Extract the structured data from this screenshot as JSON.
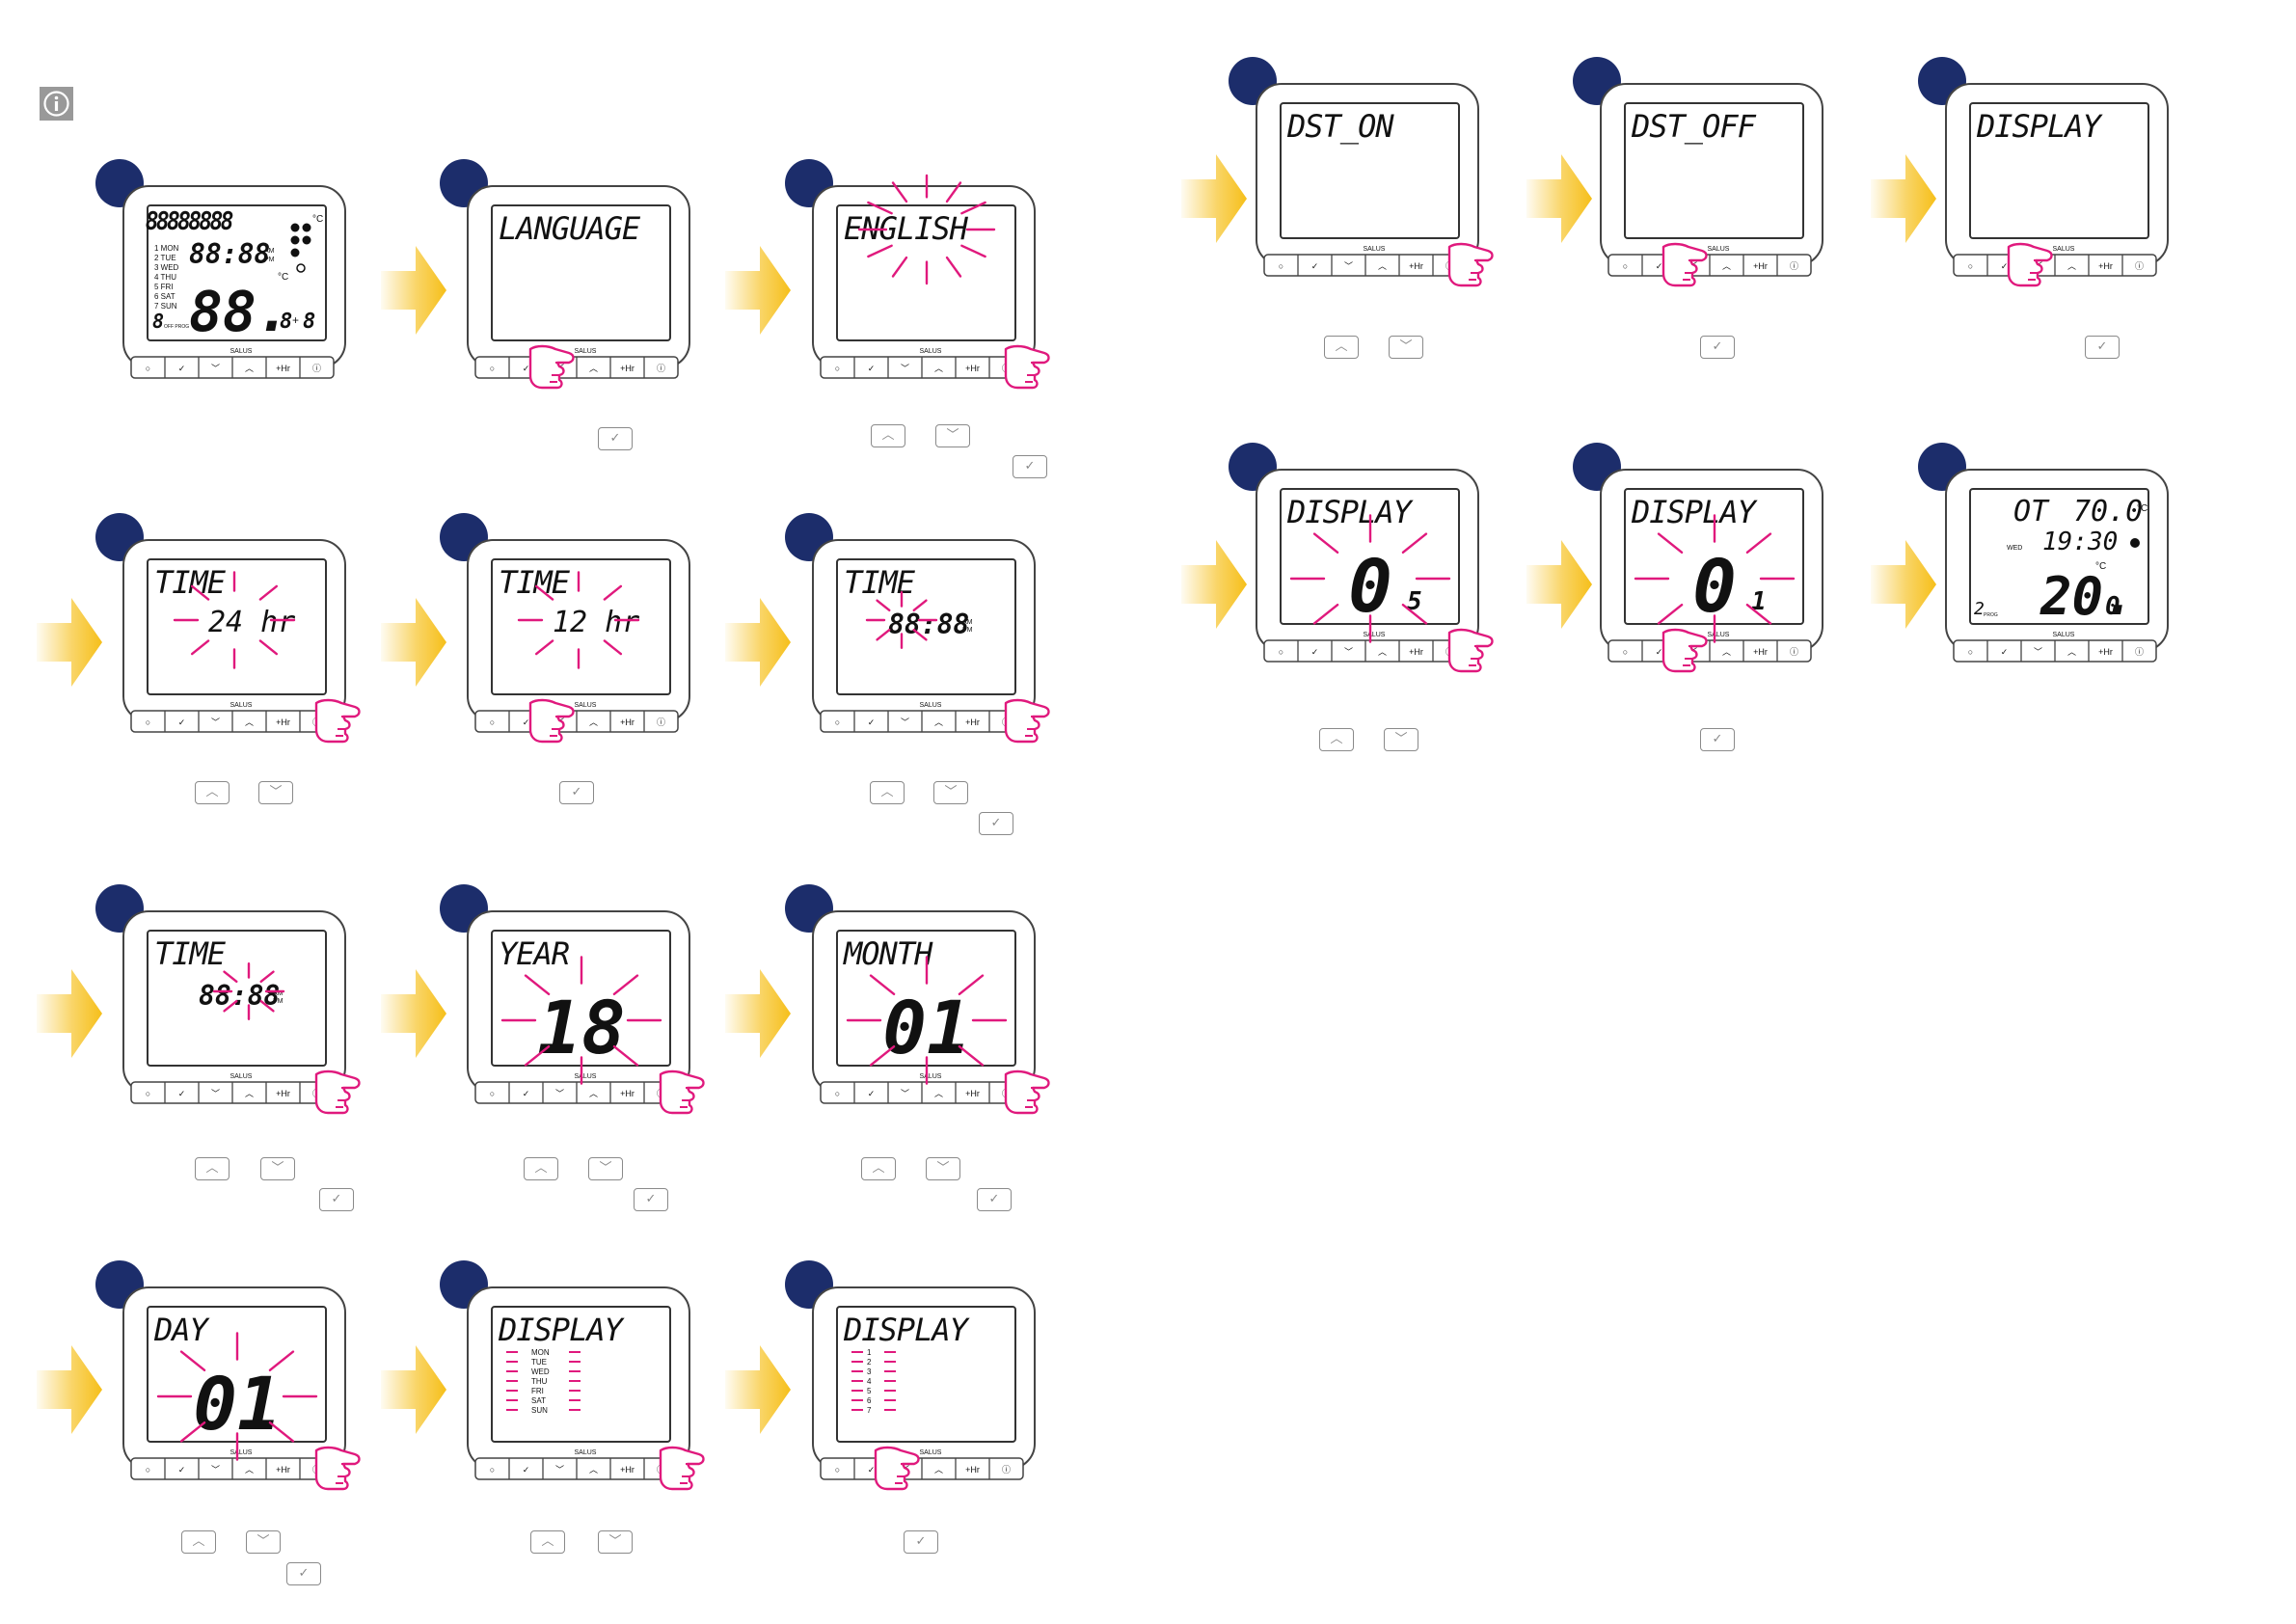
{
  "colors": {
    "badge": "#1c2d6b",
    "blink": "#e0197d",
    "arrow": "#f5b800",
    "frame": "#444444",
    "info_icon_bg": "#9a9a9a"
  },
  "icons": {
    "info": "info-icon",
    "hand": "pointing-hand-icon",
    "arrow": "right-arrow-icon"
  },
  "brand": "SALUS",
  "panels": [
    {
      "id": "p1",
      "type": "full",
      "finger": null
    },
    {
      "id": "p2",
      "lines": [
        "LANGUAGE"
      ],
      "finger": "check",
      "keys": [
        "check"
      ]
    },
    {
      "id": "p3",
      "lines": [
        "ENGLISH"
      ],
      "blink": "text",
      "finger": "down",
      "keys": [
        "up",
        "down",
        "check"
      ]
    },
    {
      "id": "p4",
      "lines": [
        "TIME",
        "24 hr"
      ],
      "blink": "value",
      "finger": "down",
      "keys": [
        "up",
        "down"
      ]
    },
    {
      "id": "p5",
      "lines": [
        "TIME",
        "12 hr"
      ],
      "blink": "value",
      "finger": "check",
      "keys": [
        "check"
      ]
    },
    {
      "id": "p6",
      "lines": [
        "TIME",
        "88:88"
      ],
      "ampm": true,
      "blink": "hours",
      "finger": "down",
      "keys": [
        "up",
        "down",
        "check"
      ]
    },
    {
      "id": "p7",
      "lines": [
        "TIME",
        "88:88"
      ],
      "ampm": true,
      "blink": "minutes",
      "finger": "down",
      "keys": [
        "up",
        "down",
        "check"
      ]
    },
    {
      "id": "p8",
      "lines": [
        "YEAR",
        "18"
      ],
      "blink": "big",
      "finger": "down",
      "keys": [
        "up",
        "down",
        "check"
      ]
    },
    {
      "id": "p9",
      "lines": [
        "MONTH",
        "01"
      ],
      "blink": "big",
      "finger": "down",
      "keys": [
        "up",
        "down",
        "check"
      ]
    },
    {
      "id": "p10",
      "lines": [
        "DAY",
        "01"
      ],
      "blink": "big",
      "finger": "down",
      "keys": [
        "up",
        "down",
        "check"
      ]
    },
    {
      "id": "p11",
      "lines": [
        "DISPLAY"
      ],
      "days": [
        "MON",
        "TUE",
        "WED",
        "THU",
        "FRI",
        "SAT",
        "SUN"
      ],
      "blink": "list",
      "finger": "down",
      "keys": [
        "up",
        "down"
      ]
    },
    {
      "id": "p12",
      "lines": [
        "DISPLAY"
      ],
      "days": [
        "1",
        "2",
        "3",
        "4",
        "5",
        "6",
        "7"
      ],
      "blink": "list",
      "finger": "check",
      "keys": [
        "check"
      ]
    },
    {
      "id": "p13",
      "lines": [
        "DST_ON"
      ],
      "finger": "down",
      "keys": [
        "up",
        "down"
      ]
    },
    {
      "id": "p14",
      "lines": [
        "DST_OFF"
      ],
      "finger": "check",
      "keys": [
        "check"
      ]
    },
    {
      "id": "p15",
      "lines": [
        "DISPLAY"
      ],
      "finger": "check",
      "keys": [
        "check"
      ]
    },
    {
      "id": "p16",
      "lines": [
        "DISPLAY",
        "0",
        "5"
      ],
      "blink": "big",
      "finger": "down",
      "keys": [
        "up",
        "down"
      ]
    },
    {
      "id": "p17",
      "lines": [
        "DISPLAY",
        "0",
        "1"
      ],
      "blink": "big",
      "finger": "check",
      "keys": [
        "check"
      ]
    },
    {
      "id": "p18",
      "type": "home",
      "finger": null
    }
  ],
  "screens": {
    "p1": {
      "segments": "88888888",
      "degree": "°C",
      "days": [
        "1  MON",
        "2  TUE",
        "3  WED",
        "4  THU",
        "5  FRI",
        "6  SAT",
        "7  SUN"
      ],
      "time": "88:88",
      "am": "AM",
      "pm": "PM",
      "temp": "88.",
      "temp_sub": "8",
      "plus": "+",
      "tail": "8",
      "prog": "8",
      "prog_label": "OFF PROG"
    },
    "p18": {
      "ot_label": "OT",
      "ot_value": "70.0",
      "degree": "°C",
      "time": "19:30",
      "day": "WED",
      "temp": "20.",
      "temp_sub": "0",
      "prog": "2",
      "prog_label": "PROG",
      "mode": "A"
    }
  },
  "key_glyphs": {
    "up": "︿",
    "down": "﹀",
    "check": "✓"
  },
  "button_labels": [
    "○",
    "✓",
    "﹀",
    "︿",
    "+Hr",
    "ⓘ"
  ]
}
